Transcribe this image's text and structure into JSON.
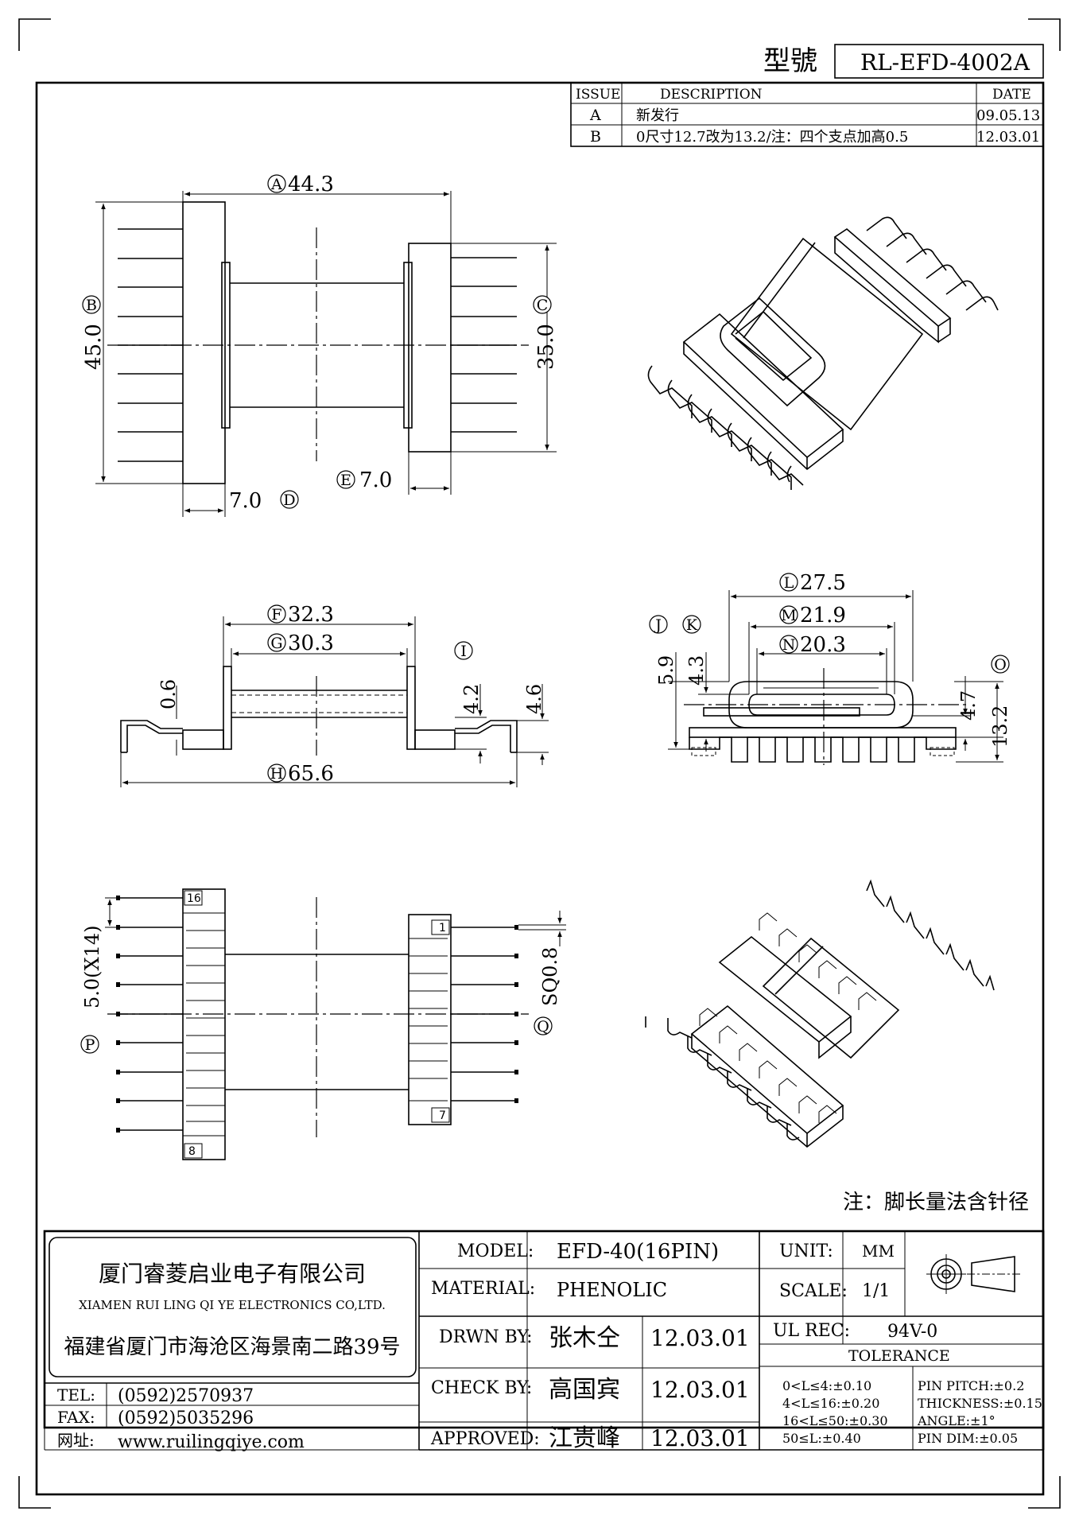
{
  "header": {
    "model_label": "型號",
    "model_value": "RL-EFD-4002A"
  },
  "revisions": {
    "headers": [
      "ISSUE",
      "DESCRIPTION",
      "DATE"
    ],
    "rows": [
      {
        "issue": "A",
        "description": "新发行",
        "date": "09.05.13"
      },
      {
        "issue": "B",
        "description": "0尺寸12.7改为13.2/注：四个支点加高0.5",
        "date": "12.03.01"
      }
    ]
  },
  "views": {
    "top": {
      "A": {
        "letter": "A",
        "value": "44.3"
      },
      "B": {
        "letter": "B",
        "value": "45.0"
      },
      "C": {
        "letter": "C",
        "value": "35.0"
      },
      "D": {
        "letter": "D",
        "value": "7.0"
      },
      "E": {
        "letter": "E",
        "value": "7.0"
      }
    },
    "side": {
      "F": {
        "letter": "F",
        "value": "32.3"
      },
      "G": {
        "letter": "G",
        "value": "30.3"
      },
      "H": {
        "letter": "H",
        "value": "65.6"
      },
      "I": {
        "letter": "I",
        "value": "4.2"
      },
      "d06": "0.6",
      "d46": "4.6"
    },
    "end": {
      "J": {
        "letter": "J",
        "value": "5.9"
      },
      "K": {
        "letter": "K",
        "value": "4.3"
      },
      "L": {
        "letter": "L",
        "value": "27.5"
      },
      "M": {
        "letter": "M",
        "value": "21.9"
      },
      "N": {
        "letter": "N",
        "value": "20.3"
      },
      "O": {
        "letter": "O",
        "value": "13.2"
      },
      "d47": "4.7"
    },
    "bottom": {
      "P": {
        "letter": "P",
        "value": "5.0(X14)"
      },
      "Q": {
        "letter": "Q",
        "value": "SQ0.8"
      },
      "pins": [
        "16",
        "1",
        "8",
        "7"
      ]
    }
  },
  "note": "注：脚长量法含针径",
  "company": {
    "name_cn": "厦门睿菱启业电子有限公司",
    "name_en": "XIAMEN RUI LING QI YE ELECTRONICS CO,LTD.",
    "address": "福建省厦门市海沧区海景南二路39号",
    "tel_label": "TEL:",
    "tel": "(0592)2570937",
    "fax_label": "FAX:",
    "fax": "(0592)5035296",
    "web_label": "网址:",
    "web": "www.ruilingqiye.com"
  },
  "titleblock": {
    "model_label": "MODEL:",
    "model": "EFD-40(16PIN)",
    "material_label": "MATERIAL:",
    "material": "PHENOLIC",
    "drawn_label": "DRWN BY:",
    "drawn_name": "张木仝",
    "drawn_date": "12.03.01",
    "check_label": "CHECK BY:",
    "check_name": "高国宾",
    "check_date": "12.03.01",
    "approved_label": "APPROVED:",
    "approved_name": "江贵峰",
    "approved_date": "12.03.01",
    "unit_label": "UNIT:",
    "unit": "MM",
    "scale_label": "SCALE:",
    "scale": "1/1",
    "ul_label": "UL REC:",
    "ul": "94V-0",
    "tolerance_label": "TOLERANCE",
    "tol_left": [
      "0<L≤4:±0.10",
      "4<L≤16:±0.20",
      "16<L≤50:±0.30",
      "50≤L:±0.40"
    ],
    "tol_right": [
      "PIN PITCH:±0.2",
      "THICKNESS:±0.15",
      "ANGLE:±1°",
      "PIN DIM:±0.05"
    ]
  }
}
